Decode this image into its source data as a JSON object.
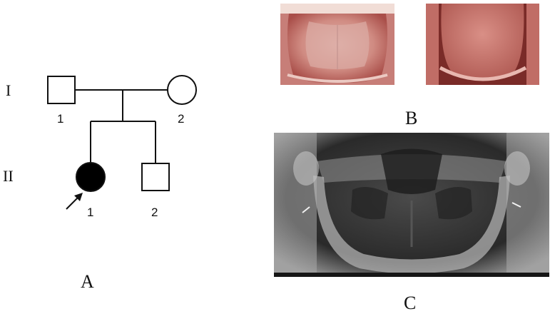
{
  "pedigree": {
    "generations": [
      {
        "roman": "I",
        "members": [
          {
            "number": "1",
            "sex": "male",
            "affected": false
          },
          {
            "number": "2",
            "sex": "female",
            "affected": false
          }
        ]
      },
      {
        "roman": "II",
        "members": [
          {
            "number": "1",
            "sex": "female",
            "affected": true,
            "proband": true
          },
          {
            "number": "2",
            "sex": "male",
            "affected": false
          }
        ]
      }
    ]
  },
  "panels": {
    "a": "A",
    "b": "B",
    "c": "C"
  },
  "colors": {
    "line": "#111111",
    "affected_fill": "#000000",
    "gum_pink": "#d98a85",
    "xray_dark": "#1a1a1a"
  }
}
